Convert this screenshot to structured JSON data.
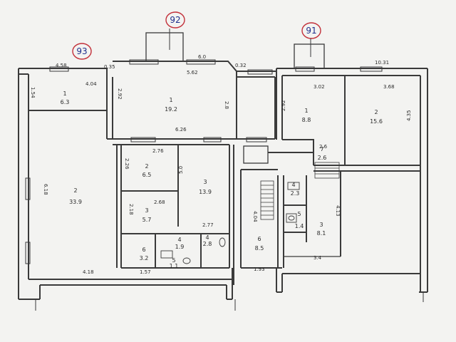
{
  "apartments": [
    "93",
    "92",
    "91"
  ],
  "rooms": [
    {
      "id": "93-1",
      "number": "1",
      "area": "6.3"
    },
    {
      "id": "93-2",
      "number": "2",
      "area": "33.9"
    },
    {
      "id": "92-1",
      "number": "1",
      "area": "19.2"
    },
    {
      "id": "92-2",
      "number": "2",
      "area": "6.5"
    },
    {
      "id": "92-3",
      "number": "3",
      "area": "5.7"
    },
    {
      "id": "92-3b",
      "number": "3",
      "area": "13.9"
    },
    {
      "id": "92-4",
      "number": "4",
      "area": "1.9"
    },
    {
      "id": "92-4b",
      "number": "4",
      "area": "2.8"
    },
    {
      "id": "92-5",
      "number": "5",
      "area": "1.1"
    },
    {
      "id": "92-6",
      "number": "6",
      "area": "3.2"
    },
    {
      "id": "c-6",
      "number": "6",
      "area": "8.5"
    },
    {
      "id": "91-1",
      "number": "1",
      "area": "8.8"
    },
    {
      "id": "91-2",
      "number": "2",
      "area": "15.6"
    },
    {
      "id": "91-7",
      "number": "7",
      "area": "2.6"
    },
    {
      "id": "91-4",
      "number": "4",
      "area": "2.3"
    },
    {
      "id": "91-5",
      "number": "5",
      "area": "1.4"
    },
    {
      "id": "91-3",
      "number": "3",
      "area": "8.1"
    }
  ],
  "dimensions": [
    "4.58",
    "4.04",
    "1.54",
    "0.35",
    "6.0",
    "5.62",
    "2.92",
    "2.8",
    "0.32",
    "10.31",
    "3.02",
    "3.68",
    "2.92",
    "4.35",
    "6.26",
    "2.76",
    "2.26",
    "5.0",
    "2.68",
    "2.18",
    "2.77",
    "6.18",
    "4.18",
    "1.57",
    "1.93",
    "4.04",
    "3.4",
    "4.13",
    "2.6"
  ]
}
